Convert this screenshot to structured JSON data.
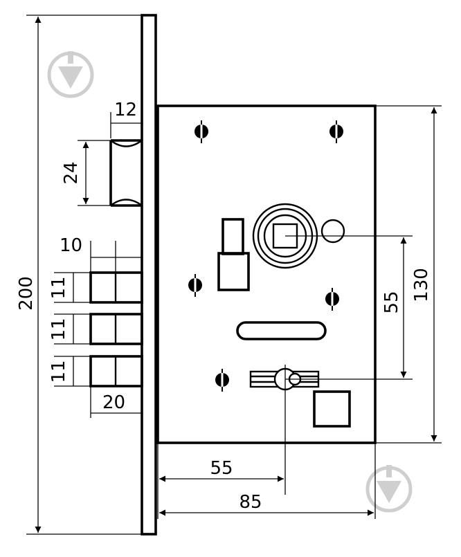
{
  "drawing": {
    "dimensions": {
      "faceplate_height": "200",
      "body_height": "130",
      "spindle_to_key_distance": "55",
      "backset": "55",
      "body_depth": "85",
      "latch_height": "24",
      "latch_projection": "12",
      "deadbolt_projection": "10",
      "deadbolt_height_1": "11",
      "deadbolt_height_2": "11",
      "deadbolt_height_3": "11",
      "deadbolt_width": "20"
    },
    "colors": {
      "line": "#000000",
      "watermark": "#cfcfcf",
      "background": "#ffffff"
    }
  }
}
